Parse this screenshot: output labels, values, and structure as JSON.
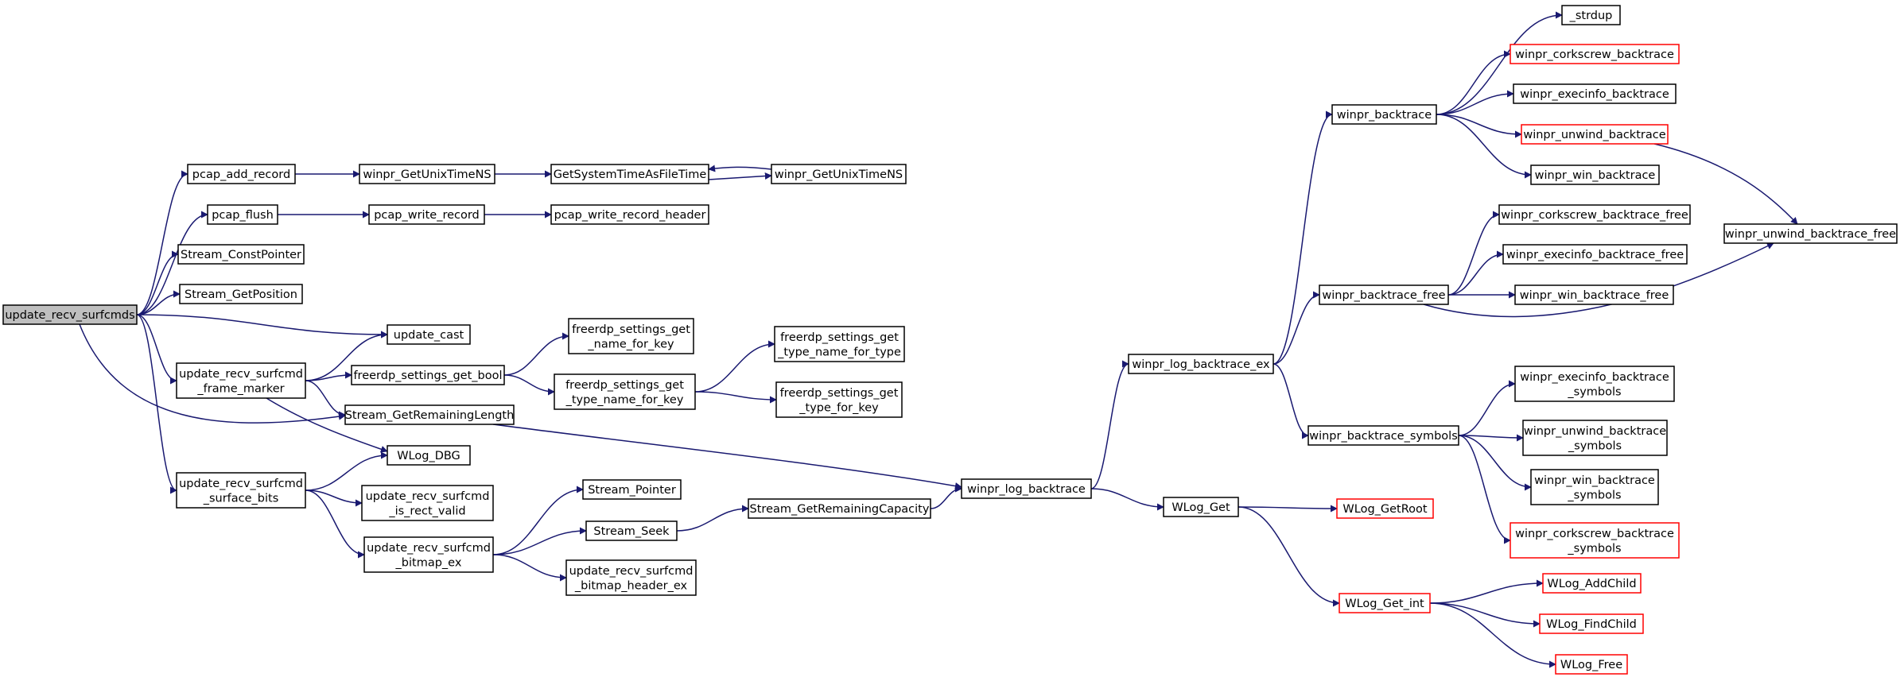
{
  "graph": {
    "nodes": [
      {
        "id": "n0",
        "lines": [
          "update_recv_surfcmds"
        ],
        "root": true,
        "red": false
      },
      {
        "id": "n1",
        "lines": [
          "pcap_add_record"
        ],
        "red": false
      },
      {
        "id": "n2",
        "lines": [
          "winpr_GetUnixTimeNS"
        ],
        "red": false
      },
      {
        "id": "n3",
        "lines": [
          "GetSystemTimeAsFileTime"
        ],
        "red": false
      },
      {
        "id": "n4",
        "lines": [
          "winpr_GetUnixTimeNS"
        ],
        "red": false
      },
      {
        "id": "n5",
        "lines": [
          "pcap_flush"
        ],
        "red": false
      },
      {
        "id": "n6",
        "lines": [
          "pcap_write_record"
        ],
        "red": false
      },
      {
        "id": "n7",
        "lines": [
          "pcap_write_record_header"
        ],
        "red": false
      },
      {
        "id": "n8",
        "lines": [
          "Stream_ConstPointer"
        ],
        "red": false
      },
      {
        "id": "n9",
        "lines": [
          "Stream_GetPosition"
        ],
        "red": false
      },
      {
        "id": "n10",
        "lines": [
          "update_cast"
        ],
        "red": false
      },
      {
        "id": "n11",
        "lines": [
          "update_recv_surfcmd",
          "_frame_marker"
        ],
        "red": false
      },
      {
        "id": "n12",
        "lines": [
          "freerdp_settings_get_bool"
        ],
        "red": false
      },
      {
        "id": "n13",
        "lines": [
          "freerdp_settings_get",
          "_name_for_key"
        ],
        "red": false
      },
      {
        "id": "n14",
        "lines": [
          "freerdp_settings_get",
          "_type_name_for_key"
        ],
        "red": false
      },
      {
        "id": "n15",
        "lines": [
          "freerdp_settings_get",
          "_type_name_for_type"
        ],
        "red": false
      },
      {
        "id": "n16",
        "lines": [
          "freerdp_settings_get",
          "_type_for_key"
        ],
        "red": false
      },
      {
        "id": "n17",
        "lines": [
          "Stream_GetRemainingLength"
        ],
        "red": false
      },
      {
        "id": "n18",
        "lines": [
          "WLog_DBG"
        ],
        "red": false
      },
      {
        "id": "n19",
        "lines": [
          "update_recv_surfcmd",
          "_surface_bits"
        ],
        "red": false
      },
      {
        "id": "n20",
        "lines": [
          "update_recv_surfcmd",
          "_is_rect_valid"
        ],
        "red": false
      },
      {
        "id": "n21",
        "lines": [
          "update_recv_surfcmd",
          "_bitmap_ex"
        ],
        "red": false
      },
      {
        "id": "n22",
        "lines": [
          "Stream_Pointer"
        ],
        "red": false
      },
      {
        "id": "n23",
        "lines": [
          "Stream_Seek"
        ],
        "red": false
      },
      {
        "id": "n24",
        "lines": [
          "Stream_GetRemainingCapacity"
        ],
        "red": false
      },
      {
        "id": "n25",
        "lines": [
          "update_recv_surfcmd",
          "_bitmap_header_ex"
        ],
        "red": false
      },
      {
        "id": "n26",
        "lines": [
          "winpr_log_backtrace"
        ],
        "red": false
      },
      {
        "id": "n27",
        "lines": [
          "winpr_log_backtrace_ex"
        ],
        "red": false
      },
      {
        "id": "n28",
        "lines": [
          "WLog_Get"
        ],
        "red": false
      },
      {
        "id": "n29",
        "lines": [
          "WLog_GetRoot"
        ],
        "red": true
      },
      {
        "id": "n30",
        "lines": [
          "WLog_Get_int"
        ],
        "red": true
      },
      {
        "id": "n31",
        "lines": [
          "WLog_AddChild"
        ],
        "red": true
      },
      {
        "id": "n32",
        "lines": [
          "WLog_FindChild"
        ],
        "red": true
      },
      {
        "id": "n33",
        "lines": [
          "WLog_Free"
        ],
        "red": true
      },
      {
        "id": "n34",
        "lines": [
          "winpr_backtrace"
        ],
        "red": false
      },
      {
        "id": "n35",
        "lines": [
          "_strdup"
        ],
        "red": false
      },
      {
        "id": "n36",
        "lines": [
          "winpr_corkscrew_backtrace"
        ],
        "red": true
      },
      {
        "id": "n37",
        "lines": [
          "winpr_execinfo_backtrace"
        ],
        "red": false
      },
      {
        "id": "n38",
        "lines": [
          "winpr_unwind_backtrace"
        ],
        "red": true
      },
      {
        "id": "n39",
        "lines": [
          "winpr_win_backtrace"
        ],
        "red": false
      },
      {
        "id": "n40",
        "lines": [
          "winpr_unwind_backtrace_free"
        ],
        "red": false
      },
      {
        "id": "n41",
        "lines": [
          "winpr_backtrace_free"
        ],
        "red": false
      },
      {
        "id": "n42",
        "lines": [
          "winpr_corkscrew_backtrace_free"
        ],
        "red": false
      },
      {
        "id": "n43",
        "lines": [
          "winpr_execinfo_backtrace_free"
        ],
        "red": false
      },
      {
        "id": "n44",
        "lines": [
          "winpr_win_backtrace_free"
        ],
        "red": false
      },
      {
        "id": "n45",
        "lines": [
          "winpr_backtrace_symbols"
        ],
        "red": false
      },
      {
        "id": "n46",
        "lines": [
          "winpr_execinfo_backtrace",
          "_symbols"
        ],
        "red": false
      },
      {
        "id": "n47",
        "lines": [
          "winpr_unwind_backtrace",
          "_symbols"
        ],
        "red": false
      },
      {
        "id": "n48",
        "lines": [
          "winpr_win_backtrace",
          "_symbols"
        ],
        "red": false
      },
      {
        "id": "n49",
        "lines": [
          "winpr_corkscrew_backtrace",
          "_symbols"
        ],
        "red": true
      }
    ],
    "edges": [
      [
        "n0",
        "n1"
      ],
      [
        "n0",
        "n5"
      ],
      [
        "n0",
        "n8"
      ],
      [
        "n0",
        "n9"
      ],
      [
        "n0",
        "n10"
      ],
      [
        "n0",
        "n11"
      ],
      [
        "n0",
        "n17"
      ],
      [
        "n0",
        "n19"
      ],
      [
        "n1",
        "n2"
      ],
      [
        "n2",
        "n3"
      ],
      [
        "n3",
        "n4"
      ],
      [
        "n4",
        "n3"
      ],
      [
        "n5",
        "n6"
      ],
      [
        "n6",
        "n7"
      ],
      [
        "n11",
        "n10"
      ],
      [
        "n11",
        "n12"
      ],
      [
        "n11",
        "n17"
      ],
      [
        "n11",
        "n18"
      ],
      [
        "n12",
        "n13"
      ],
      [
        "n12",
        "n14"
      ],
      [
        "n14",
        "n15"
      ],
      [
        "n14",
        "n16"
      ],
      [
        "n17",
        "n26"
      ],
      [
        "n19",
        "n18"
      ],
      [
        "n19",
        "n20"
      ],
      [
        "n19",
        "n21"
      ],
      [
        "n21",
        "n22"
      ],
      [
        "n21",
        "n23"
      ],
      [
        "n21",
        "n25"
      ],
      [
        "n23",
        "n24"
      ],
      [
        "n24",
        "n26"
      ],
      [
        "n26",
        "n27"
      ],
      [
        "n26",
        "n28"
      ],
      [
        "n27",
        "n34"
      ],
      [
        "n27",
        "n41"
      ],
      [
        "n27",
        "n45"
      ],
      [
        "n28",
        "n29"
      ],
      [
        "n28",
        "n30"
      ],
      [
        "n30",
        "n31"
      ],
      [
        "n30",
        "n32"
      ],
      [
        "n30",
        "n33"
      ],
      [
        "n34",
        "n35"
      ],
      [
        "n34",
        "n36"
      ],
      [
        "n34",
        "n37"
      ],
      [
        "n34",
        "n38"
      ],
      [
        "n34",
        "n39"
      ],
      [
        "n38",
        "n40"
      ],
      [
        "n41",
        "n42"
      ],
      [
        "n41",
        "n43"
      ],
      [
        "n41",
        "n44"
      ],
      [
        "n41",
        "n40"
      ],
      [
        "n45",
        "n46"
      ],
      [
        "n45",
        "n47"
      ],
      [
        "n45",
        "n48"
      ],
      [
        "n45",
        "n49"
      ]
    ]
  }
}
